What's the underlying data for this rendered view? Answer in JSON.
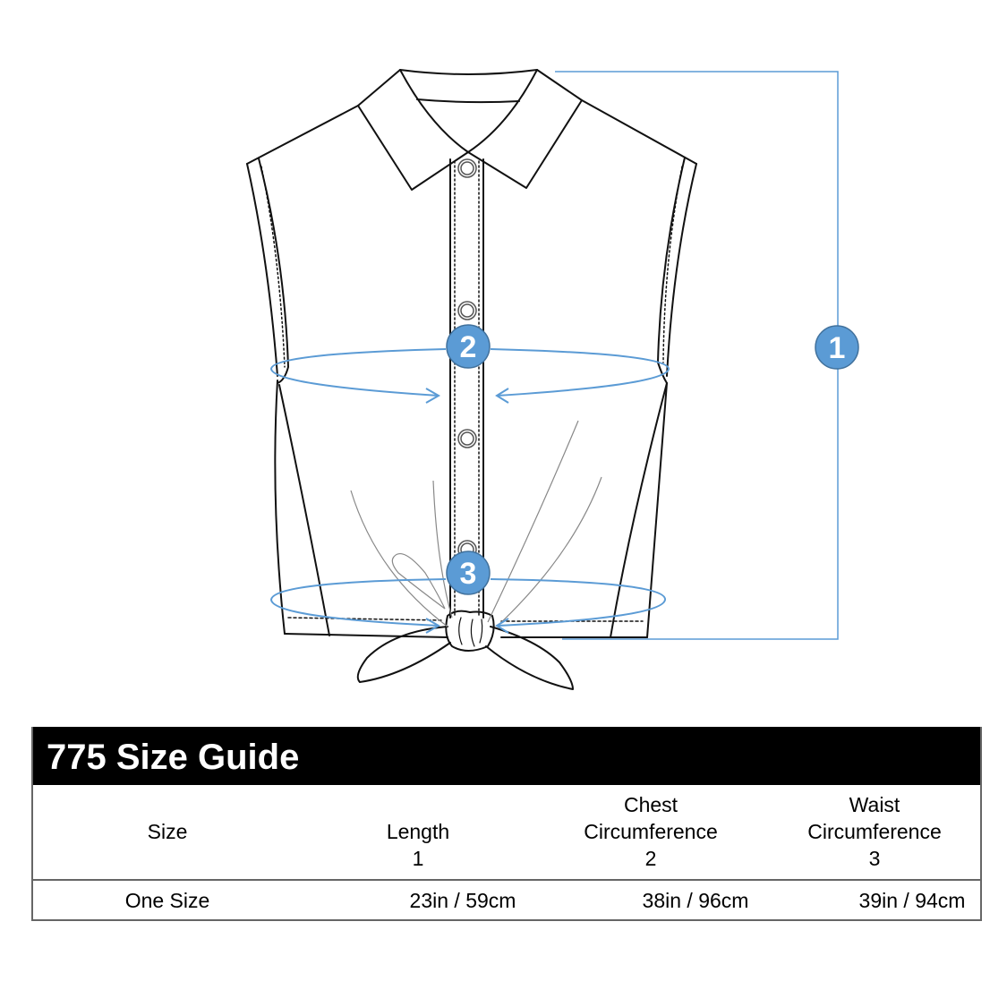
{
  "diagram": {
    "subject": "sleeveless tie-front collared shirt",
    "accent_color": "#5B9BD5",
    "markers": [
      {
        "id": "1",
        "label": "1",
        "meaning": "Length"
      },
      {
        "id": "2",
        "label": "2",
        "meaning": "Chest Circumference"
      },
      {
        "id": "3",
        "label": "3",
        "meaning": "Waist Circumference"
      }
    ]
  },
  "size_guide": {
    "title": "775 Size Guide",
    "columns": [
      {
        "lines": [
          "Size"
        ]
      },
      {
        "lines": [
          "Length",
          "1"
        ]
      },
      {
        "lines": [
          "Chest",
          "Circumference",
          "2"
        ]
      },
      {
        "lines": [
          "Waist",
          "Circumference",
          "3"
        ]
      }
    ],
    "rows": [
      {
        "size": "One Size",
        "length": "23in / 59cm",
        "chest": "38in / 96cm",
        "waist": "39in / 94cm"
      }
    ]
  }
}
